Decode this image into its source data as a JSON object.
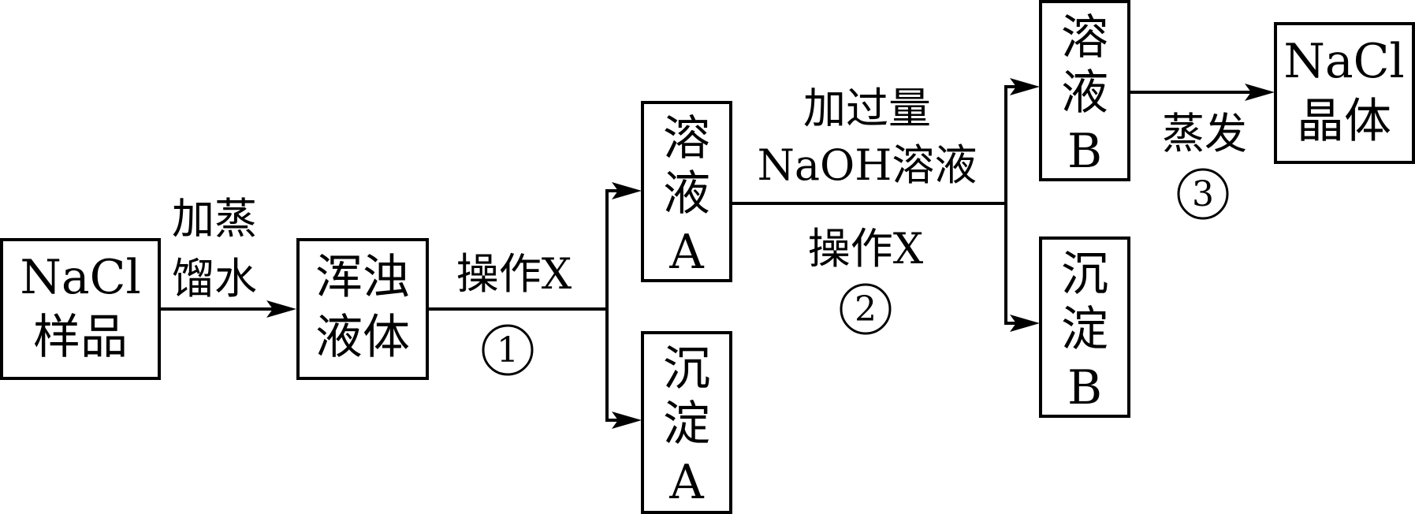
{
  "nodes": {
    "sample": {
      "line1": "NaCl",
      "line2": "样品"
    },
    "turbid": {
      "line1": "浑浊",
      "line2": "液体"
    },
    "solution_a": {
      "line1": "溶",
      "line2": "液",
      "line3": "A"
    },
    "precipitate_a": {
      "line1": "沉",
      "line2": "淀",
      "line3": "A"
    },
    "solution_b": {
      "line1": "溶",
      "line2": "液",
      "line3": "B"
    },
    "precipitate_b": {
      "line1": "沉",
      "line2": "淀",
      "line3": "B"
    },
    "crystal": {
      "line1": "NaCl",
      "line2": "晶体"
    }
  },
  "edges": {
    "add_water": {
      "line1": "加蒸",
      "line2": "馏水"
    },
    "op1": {
      "label": "操作X",
      "step": "1"
    },
    "add_naoh": {
      "line1": "加过量",
      "line2": "NaOH溶液"
    },
    "op2": {
      "label": "操作X",
      "step": "2"
    },
    "evaporate": {
      "label": "蒸发",
      "step": "3"
    }
  }
}
